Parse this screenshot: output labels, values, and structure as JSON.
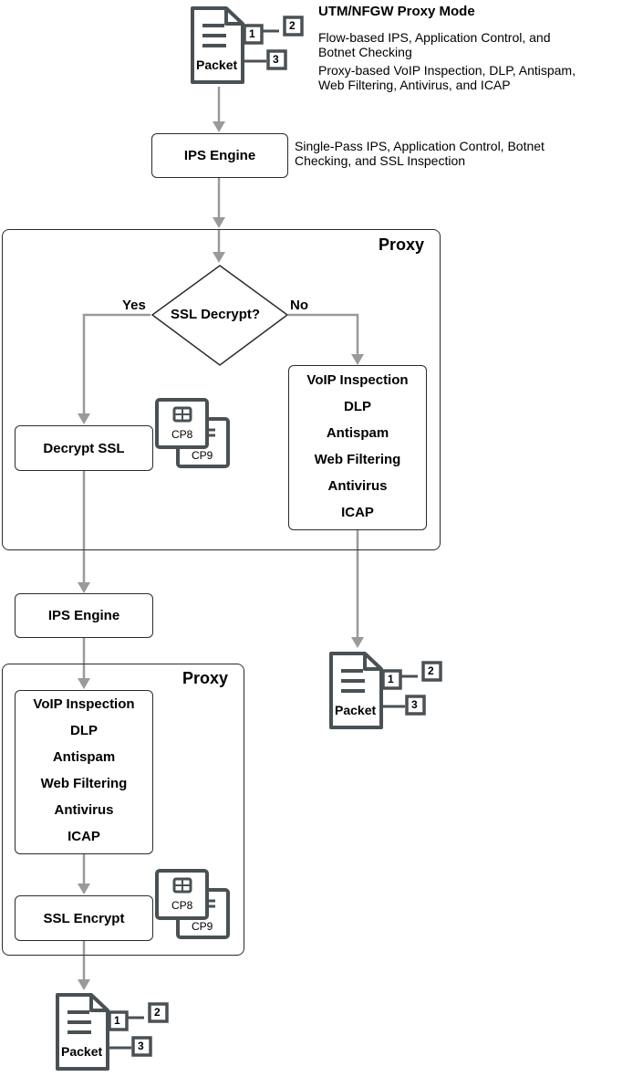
{
  "header": {
    "title": "UTM/NFGW Proxy Mode",
    "line1": "Flow-based IPS, Application Control, and",
    "line2": "Botnet Checking",
    "line3": "Proxy-based VoIP Inspection, DLP, Antispam,",
    "line4": "Web Filtering, Antivirus, and ICAP"
  },
  "packet": {
    "label": "Packet",
    "tags": [
      "1",
      "2",
      "3"
    ]
  },
  "ips_engine_top": {
    "label": "IPS Engine",
    "note_line1": "Single-Pass IPS, Application Control, Botnet",
    "note_line2": "Checking, and SSL Inspection"
  },
  "proxy_upper": {
    "title": "Proxy",
    "decision": "SSL Decrypt?",
    "yes_label": "Yes",
    "no_label": "No",
    "decrypt": "Decrypt SSL",
    "features": [
      "VoIP Inspection",
      "DLP",
      "Antispam",
      "Web Filtering",
      "Antivirus",
      "ICAP"
    ]
  },
  "chips": {
    "front": "CP8",
    "back": "CP9"
  },
  "ips_engine_mid": {
    "label": "IPS Engine"
  },
  "proxy_lower": {
    "title": "Proxy",
    "features": [
      "VoIP Inspection",
      "DLP",
      "Antispam",
      "Web Filtering",
      "Antivirus",
      "ICAP"
    ],
    "encrypt": "SSL Encrypt"
  },
  "colors": {
    "arrow": "#9a9a9a",
    "icon": "#4a5155",
    "border": "#2b2b2b"
  }
}
